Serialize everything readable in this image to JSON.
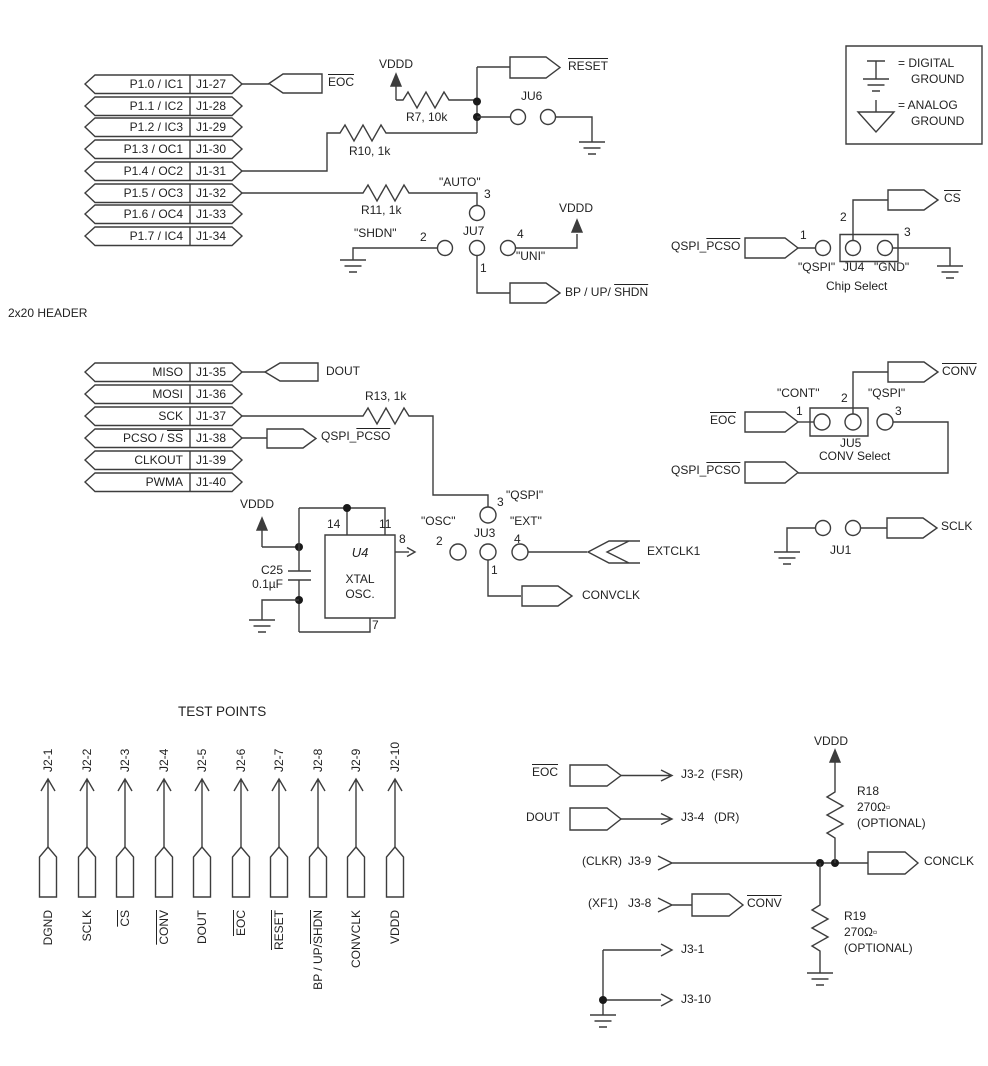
{
  "colors": {
    "background": "#ffffff",
    "line": "#3d3d3d",
    "text": "#222222"
  },
  "j1top": {
    "caption": "2x20 HEADER",
    "rows": [
      {
        "sigPre": "P1.0 / IC1",
        "sigBar": "",
        "pin": "J1-27"
      },
      {
        "sigPre": "P1.1 / IC2",
        "sigBar": "",
        "pin": "J1-28"
      },
      {
        "sigPre": "P1.2 / IC3",
        "sigBar": "",
        "pin": "J1-29"
      },
      {
        "sigPre": "P1.3 / OC1",
        "sigBar": "",
        "pin": "J1-30"
      },
      {
        "sigPre": "P1.4 / OC2",
        "sigBar": "",
        "pin": "J1-31"
      },
      {
        "sigPre": "P1.5 / OC3",
        "sigBar": "",
        "pin": "J1-32"
      },
      {
        "sigPre": "P1.6 / OC4",
        "sigBar": "",
        "pin": "J1-33"
      },
      {
        "sigPre": "P1.7 / IC4",
        "sigBar": "",
        "pin": "J1-34"
      }
    ]
  },
  "j1mid": {
    "rows": [
      {
        "sigPre": "MISO",
        "sigBar": "",
        "pin": "J1-35"
      },
      {
        "sigPre": "MOSI",
        "sigBar": "",
        "pin": "J1-36"
      },
      {
        "sigPre": "SCK",
        "sigBar": "",
        "pin": "J1-37"
      },
      {
        "sigPre": "PCSO / ",
        "sigBar": "SS",
        "pin": "J1-38"
      },
      {
        "sigPre": "CLKOUT",
        "sigBar": "",
        "pin": "J1-39"
      },
      {
        "sigPre": "PWMA",
        "sigBar": "",
        "pin": "J1-40"
      }
    ]
  },
  "power": {
    "vddd": "VDDD"
  },
  "flags": {
    "eoc": "EOC",
    "reset": "RESET",
    "dout": "DOUT",
    "cs": "CS",
    "conv": "CONV",
    "sclk": "SCLK",
    "conclk": "CONCLK",
    "convclk": "CONVCLK",
    "extclk1": "EXTCLK1",
    "qspiPcsoPre": "QSPI_",
    "qspiPcsoBar": "PCSO",
    "bpPre": "BP / UP/ ",
    "bpBar": "SHDN"
  },
  "resistors": {
    "r7": "R7, 10k",
    "r10": "R10, 1k",
    "r11": "R11, 1k",
    "r13": "R13, 1k",
    "r18Name": "R18",
    "r18Value": "270Ω▫",
    "r18Note": "(OPTIONAL)",
    "r19Name": "R19",
    "r19Value": "270Ω▫",
    "r19Note": "(OPTIONAL)"
  },
  "capacitors": {
    "c25Ref": "C25",
    "c25Value": "0.1µF"
  },
  "u4": {
    "ref": "U4",
    "line1": "XTAL",
    "line2": "OSC.",
    "pin14": "14",
    "pin11": "11",
    "pin8": "8",
    "pin7": "7"
  },
  "jumpers": {
    "ju1": "JU1",
    "ju6": "JU6",
    "ju7": {
      "label": "JU7",
      "p1": "1",
      "p2": "2",
      "p3": "3",
      "p4": "4",
      "auto": "\"AUTO\"",
      "shdn": "\"SHDN\"",
      "uni": "\"UNI\""
    },
    "ju3": {
      "label": "JU3",
      "p1": "1",
      "p2": "2",
      "p3": "3",
      "p4": "4",
      "osc": "\"OSC\"",
      "ext": "\"EXT\"",
      "qspi": "\"QSPI\""
    },
    "ju4": {
      "label": "JU4",
      "p1": "1",
      "p2": "2",
      "p3": "3",
      "qspi": "\"QSPI\"",
      "gnd": "\"GND\"",
      "caption": "Chip Select"
    },
    "ju5": {
      "label": "JU5",
      "p1": "1",
      "p2": "2",
      "p3": "3",
      "cont": "\"CONT\"",
      "qspi": "\"QSPI\"",
      "caption": "CONV Select"
    }
  },
  "legend": {
    "digital1": "= DIGITAL",
    "digital2": "GROUND",
    "analog1": "= ANALOG",
    "analog2": "GROUND"
  },
  "testpoints": {
    "title": "TEST POINTS",
    "items": [
      {
        "top": "J2-1",
        "pre": "DGND",
        "bar": ""
      },
      {
        "top": "J2-2",
        "pre": "SCLK",
        "bar": ""
      },
      {
        "top": "J2-3",
        "pre": "",
        "bar": "CS"
      },
      {
        "top": "J2-4",
        "pre": "",
        "bar": "CONV"
      },
      {
        "top": "J2-5",
        "pre": "DOUT",
        "bar": ""
      },
      {
        "top": "J2-6",
        "pre": "",
        "bar": "EOC"
      },
      {
        "top": "J2-7",
        "pre": "",
        "bar": "RESET"
      },
      {
        "top": "J2-8",
        "pre": "BP / UP/",
        "bar": "SHDN"
      },
      {
        "top": "J2-9",
        "pre": "CONVCLK",
        "bar": ""
      },
      {
        "top": "J2-10",
        "pre": "VDDD",
        "bar": ""
      }
    ]
  },
  "j3": {
    "eoc": "EOC",
    "dout": "DOUT",
    "conv": "CONV",
    "conclk": "CONCLK",
    "vddd": "VDDD",
    "p2": "J3-2",
    "p2Note": "(FSR)",
    "p4": "J3-4",
    "p4Note": "(DR)",
    "clkr": "(CLKR)",
    "p9": "J3-9",
    "xf1": "(XF1)",
    "p8": "J3-8",
    "p1": "J3-1",
    "p10": "J3-10"
  }
}
